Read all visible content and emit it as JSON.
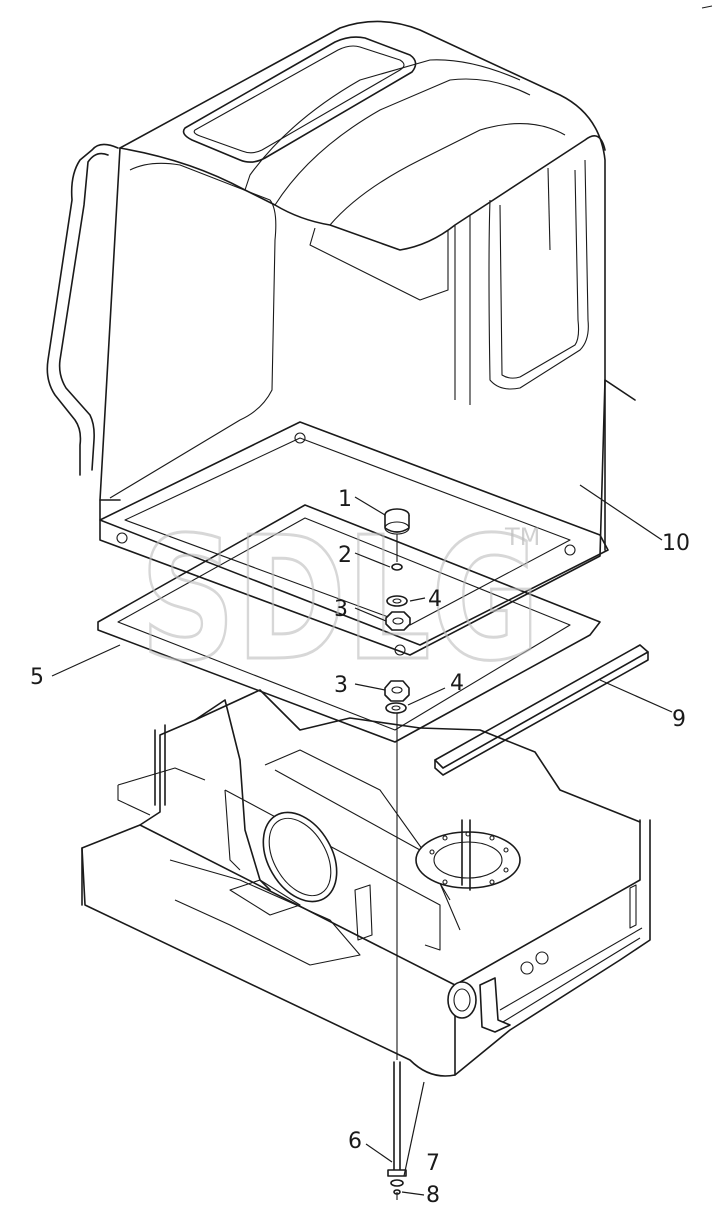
{
  "diagram": {
    "callouts": [
      {
        "id": "1",
        "text": "1"
      },
      {
        "id": "2",
        "text": "2"
      },
      {
        "id": "3a",
        "text": "3"
      },
      {
        "id": "4a",
        "text": "4"
      },
      {
        "id": "3b",
        "text": "3"
      },
      {
        "id": "4b",
        "text": "4"
      },
      {
        "id": "5",
        "text": "5"
      },
      {
        "id": "6",
        "text": "6"
      },
      {
        "id": "7",
        "text": "7"
      },
      {
        "id": "8",
        "text": "8"
      },
      {
        "id": "9",
        "text": "9"
      },
      {
        "id": "10",
        "text": "10"
      }
    ],
    "watermark": {
      "text": "SDLG",
      "tm": "TM"
    },
    "line_color": "#1a1a1a",
    "watermark_color": "#bdbdbd"
  }
}
